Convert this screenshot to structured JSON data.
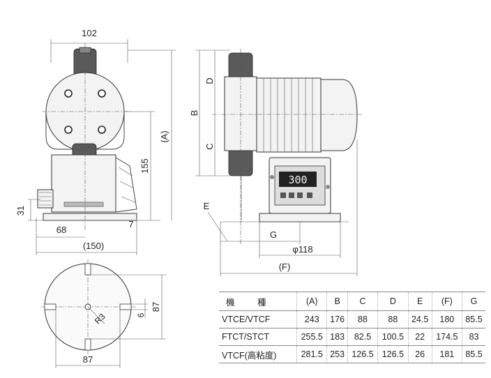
{
  "dimensions": {
    "front_width": "102",
    "front_overall_height": "(A)",
    "front_lower_height": "155",
    "base_height": "31",
    "base_offset": "68",
    "base_width": "(150)",
    "foot_gap": "7",
    "side_height_b": "B",
    "side_height_c": "C",
    "side_height_d": "D",
    "side_e": "E",
    "side_g": "G",
    "side_diameter": "φ118",
    "side_length": "(F)",
    "bottom_width": "87",
    "bottom_height": "87",
    "bottom_radius": "R3",
    "bottom_slot": "6"
  },
  "display": {
    "reading": "300"
  },
  "table": {
    "headers": [
      "機　種",
      "(A)",
      "B",
      "C",
      "D",
      "E",
      "(F)",
      "G"
    ],
    "rows": [
      [
        "VTCE/VTCF",
        "243",
        "176",
        "88",
        "88",
        "24.5",
        "180",
        "85.5"
      ],
      [
        "FTCT/STCT",
        "255.5",
        "183",
        "82.5",
        "100.5",
        "22",
        "174.5",
        "83"
      ],
      [
        "VTCF(高粘度)",
        "281.5",
        "253",
        "126.5",
        "126.5",
        "26",
        "181",
        "85.5"
      ]
    ]
  }
}
